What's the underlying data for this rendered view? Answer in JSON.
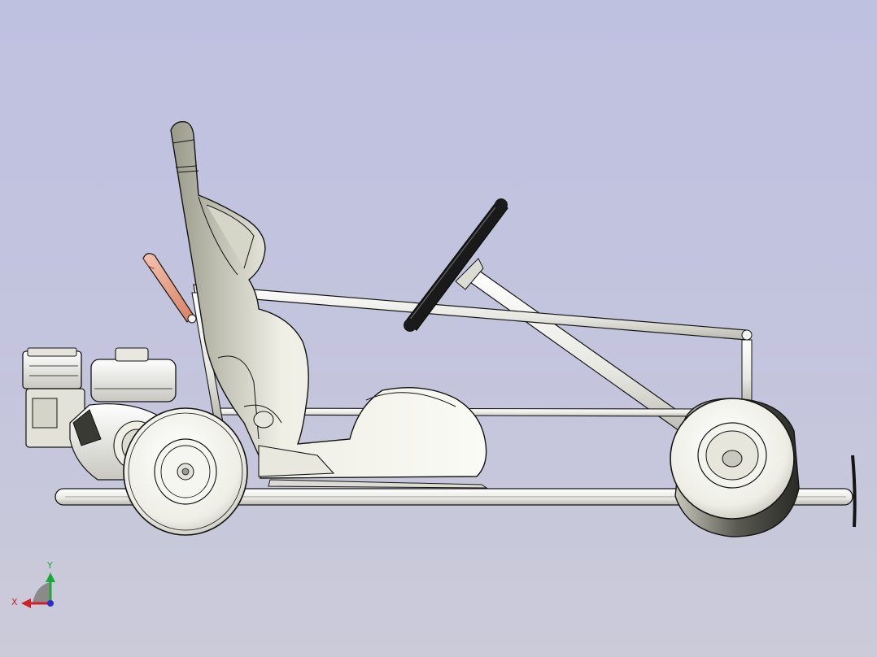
{
  "window": {
    "view": "model-viewport"
  },
  "model": {
    "parts": [
      "frame",
      "seat",
      "engine",
      "rear-wheel",
      "front-wheel",
      "steering-wheel",
      "brake-lever",
      "bumper"
    ]
  },
  "triad": {
    "x_label": "X",
    "y_label": "Y",
    "x_color": "#d0202a",
    "y_color": "#1fa83a",
    "z_color": "#2830c8"
  },
  "colors": {
    "background_top": "#bfc1e1",
    "background_bottom": "#cbcbd9",
    "part_fill": "#f4f4ee",
    "edge": "#141414",
    "lever_accent": "#e49a80"
  }
}
